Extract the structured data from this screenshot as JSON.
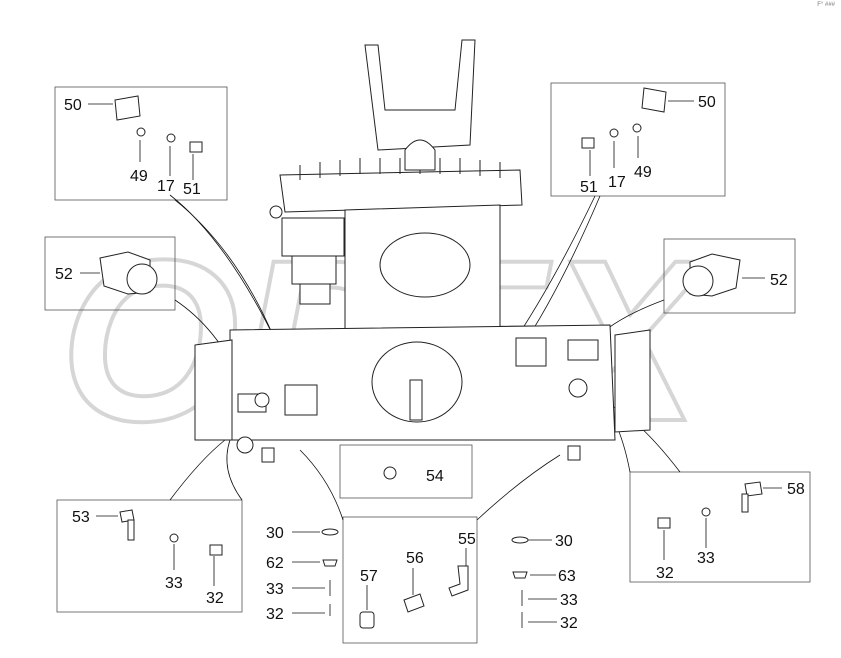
{
  "corner_mark": "F° ###",
  "watermark": "OPEX",
  "callouts": {
    "tl_50": "50",
    "tl_49": "49",
    "tl_17": "17",
    "tl_51": "51",
    "tr_50": "50",
    "tr_51": "51",
    "tr_17": "17",
    "tr_49": "49",
    "l_52": "52",
    "r_52": "52",
    "c_54": "54",
    "bl_53": "53",
    "bl_33": "33",
    "bl_32": "32",
    "cl_30": "30",
    "cl_62": "62",
    "cl_33": "33",
    "cl_32": "32",
    "bc_57": "57",
    "bc_56": "56",
    "bc_55": "55",
    "cr_30": "30",
    "cr_63": "63",
    "cr_33": "33",
    "cr_32": "32",
    "br_58": "58",
    "br_32": "32",
    "br_33": "33"
  }
}
